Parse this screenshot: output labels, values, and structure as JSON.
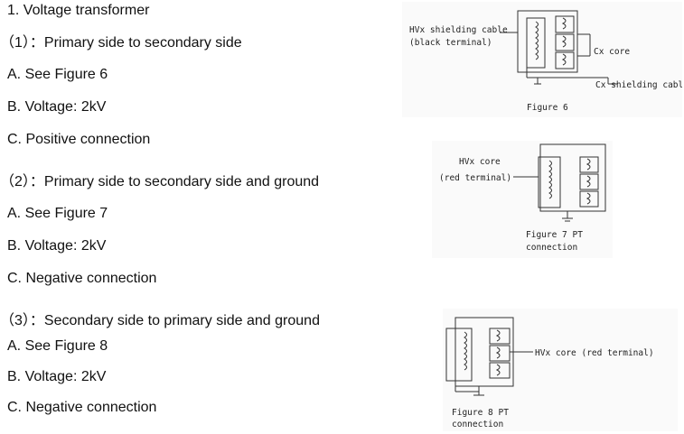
{
  "text": {
    "title": "1. Voltage transformer",
    "sec1": {
      "heading": "（1）：Primary side to secondary side",
      "a": "A.  See Figure 6",
      "b": "B.  Voltage: 2kV",
      "c": "C.  Positive connection"
    },
    "sec2": {
      "heading": "（2）：Primary side to secondary side and ground",
      "a": "A.  See Figure 7",
      "b": "B.  Voltage: 2kV",
      "c": "C.  Negative connection"
    },
    "sec3": {
      "heading": "（3）：Secondary side to primary side and ground",
      "a": "A.  See Figure 8",
      "b": "B.  Voltage: 2kV",
      "c": "C.  Negative connection"
    }
  },
  "figures": {
    "fig6": {
      "label_hv_1": "HVx shielding cable",
      "label_hv_2": "(black terminal)",
      "label_cx_core": "Cx core",
      "label_cx_shield": "Cx shielding cable",
      "caption": "Figure 6"
    },
    "fig7": {
      "label_hv_1": "HVx core",
      "label_hv_2": "(red terminal)",
      "caption_1": "Figure 7 PT",
      "caption_2": "connection"
    },
    "fig8": {
      "label_hv": "HVx core (red terminal)",
      "caption_1": "Figure 8 PT",
      "caption_2": "connection"
    }
  }
}
